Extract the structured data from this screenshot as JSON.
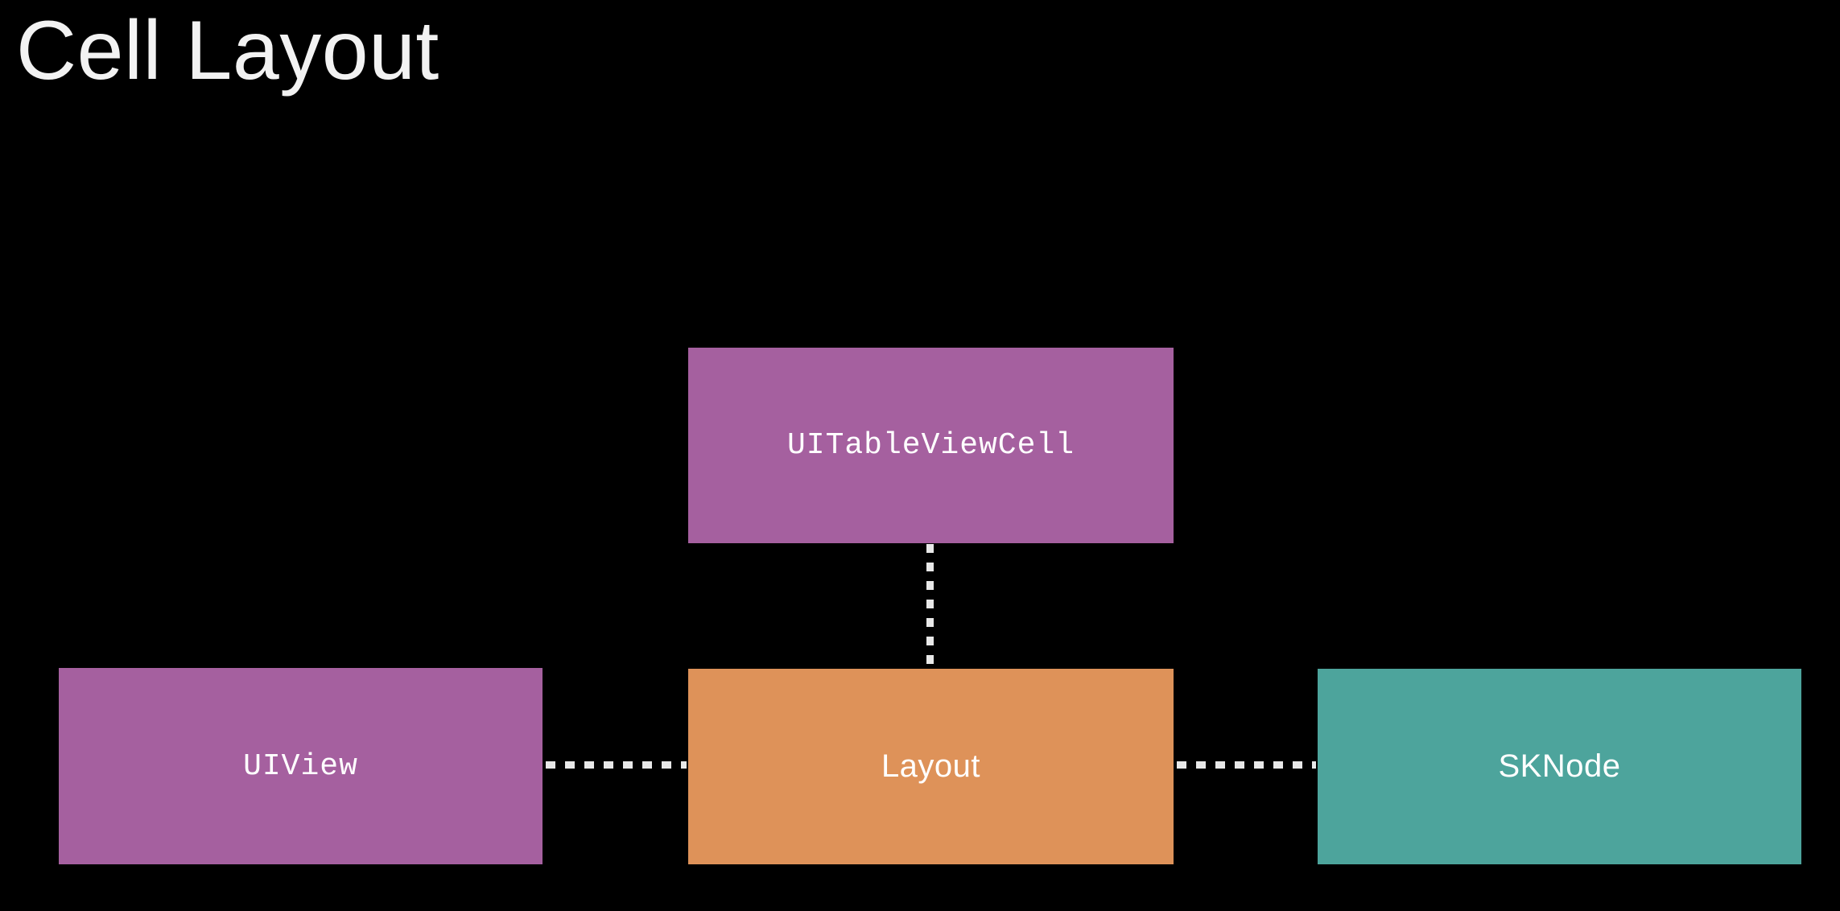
{
  "slide": {
    "title": "Cell Layout",
    "background_color": "#000000",
    "title_color": "#f2f2f2"
  },
  "diagram": {
    "nodes": [
      {
        "id": "uitableviewcell",
        "label": "UITableViewCell",
        "fill_color": "#a5609f",
        "text_color": "#ffffff",
        "font_style": "monospace"
      },
      {
        "id": "uiview",
        "label": "UIView",
        "fill_color": "#a5609f",
        "text_color": "#ffffff",
        "font_style": "monospace"
      },
      {
        "id": "layout",
        "label": "Layout",
        "fill_color": "#de9259",
        "text_color": "#ffffff",
        "font_style": "sans-serif"
      },
      {
        "id": "sknode",
        "label": "SKNode",
        "fill_color": "#4da49c",
        "text_color": "#ffffff",
        "font_style": "sans-serif"
      }
    ],
    "connectors": [
      {
        "id": "cell-layout",
        "from": "uitableviewcell",
        "to": "layout",
        "orientation": "vertical",
        "style": "dashed",
        "color": "#e8e8e8"
      },
      {
        "id": "uiview-layout",
        "from": "uiview",
        "to": "layout",
        "orientation": "horizontal",
        "style": "dashed",
        "color": "#e8e8e8"
      },
      {
        "id": "layout-sknode",
        "from": "layout",
        "to": "sknode",
        "orientation": "horizontal",
        "style": "dashed",
        "color": "#e8e8e8"
      }
    ]
  }
}
